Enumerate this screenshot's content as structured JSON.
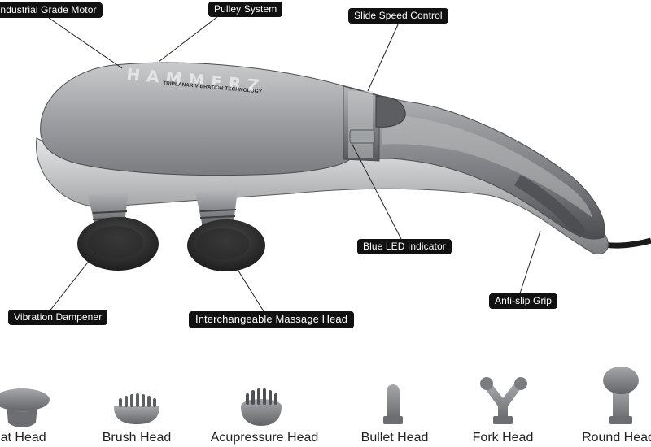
{
  "product": {
    "brand": "HAMMERZ",
    "tagline": "TRIPLANAR VIBRATION TECHNOLOGY"
  },
  "callouts": {
    "motor": "Industrial Grade Motor",
    "pulley": "Pulley System",
    "speed": "Slide Speed Control",
    "led": "Blue LED Indicator",
    "grip": "Anti-slip Grip",
    "dampener": "Vibration Dampener",
    "interchangeable": "Interchangeable Massage Head"
  },
  "heads": [
    {
      "label": "Flat Head",
      "icon": "flat-head-icon"
    },
    {
      "label": "Brush Head",
      "icon": "brush-head-icon"
    },
    {
      "label": "Acupressure Head",
      "icon": "acupressure-head-icon"
    },
    {
      "label": "Bullet Head",
      "icon": "bullet-head-icon"
    },
    {
      "label": "Fork Head",
      "icon": "fork-head-icon"
    },
    {
      "label": "Round Head",
      "icon": "round-head-icon"
    }
  ],
  "colors": {
    "callout_bg": "#111111",
    "callout_text": "#ffffff",
    "body_metal": "#8a8c8f",
    "head_rubber": "#3a3a3a",
    "attachment_gray": "#7d7f82"
  }
}
